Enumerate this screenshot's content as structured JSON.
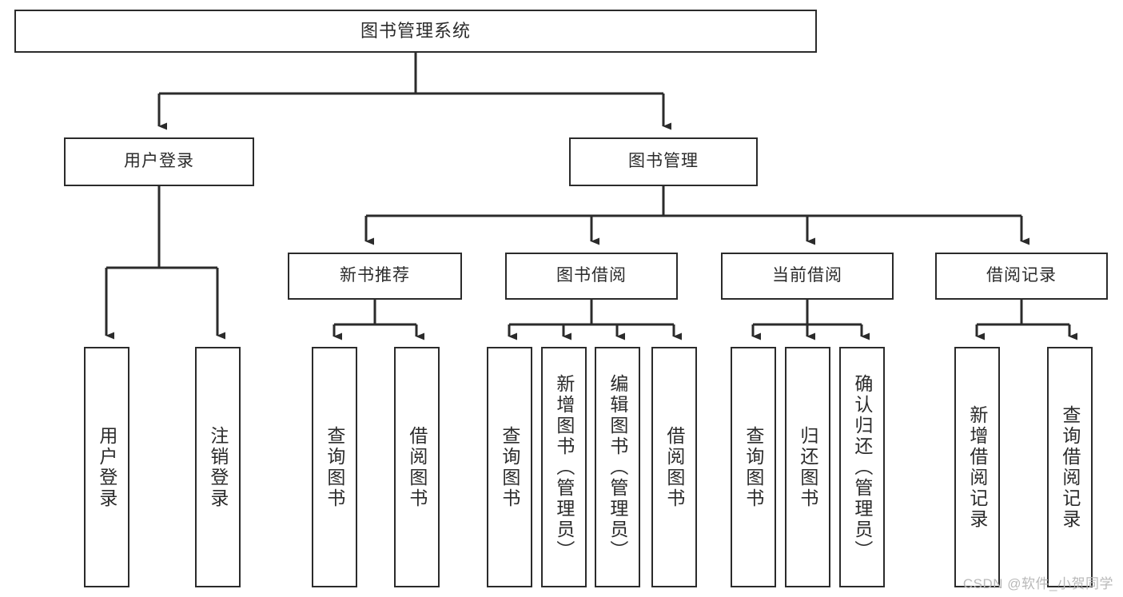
{
  "diagram": {
    "title": "图书管理系统",
    "root": {
      "id": "root",
      "label": "图书管理系统"
    },
    "level2": [
      {
        "id": "user-login",
        "label": "用户登录"
      },
      {
        "id": "book-management",
        "label": "图书管理"
      }
    ],
    "level3": [
      {
        "id": "new-book-recommend",
        "label": "新书推荐",
        "parent": "book-management"
      },
      {
        "id": "book-borrow",
        "label": "图书借阅",
        "parent": "book-management"
      },
      {
        "id": "current-borrow",
        "label": "当前借阅",
        "parent": "book-management"
      },
      {
        "id": "borrow-record",
        "label": "借阅记录",
        "parent": "book-management"
      }
    ],
    "leaves": [
      {
        "id": "leaf-user-login",
        "label": "用户登录",
        "parent": "user-login"
      },
      {
        "id": "leaf-user-logout",
        "label": "注销登录",
        "parent": "user-login"
      },
      {
        "id": "leaf-query-book-1",
        "label": "查询图书",
        "parent": "new-book-recommend"
      },
      {
        "id": "leaf-borrow-book-1",
        "label": "借阅图书",
        "parent": "new-book-recommend"
      },
      {
        "id": "leaf-query-book-2",
        "label": "查询图书",
        "parent": "book-borrow"
      },
      {
        "id": "leaf-add-book",
        "label": "新增图书（管理员）",
        "parent": "book-borrow"
      },
      {
        "id": "leaf-edit-book",
        "label": "编辑图书（管理员）",
        "parent": "book-borrow"
      },
      {
        "id": "leaf-borrow-book-2",
        "label": "借阅图书",
        "parent": "book-borrow"
      },
      {
        "id": "leaf-query-book-3",
        "label": "查询图书",
        "parent": "current-borrow"
      },
      {
        "id": "leaf-return-book",
        "label": "归还图书",
        "parent": "current-borrow"
      },
      {
        "id": "leaf-confirm-return",
        "label": "确认归还（管理员）",
        "parent": "current-borrow"
      },
      {
        "id": "leaf-add-record",
        "label": "新增借阅记录",
        "parent": "borrow-record"
      },
      {
        "id": "leaf-query-record",
        "label": "查询借阅记录",
        "parent": "borrow-record"
      }
    ],
    "watermark": "CSDN @软件_小贺同学",
    "colors": {
      "stroke": "#2b2b2b",
      "fill": "#ffffff",
      "watermark": "#b9b9b9"
    }
  }
}
